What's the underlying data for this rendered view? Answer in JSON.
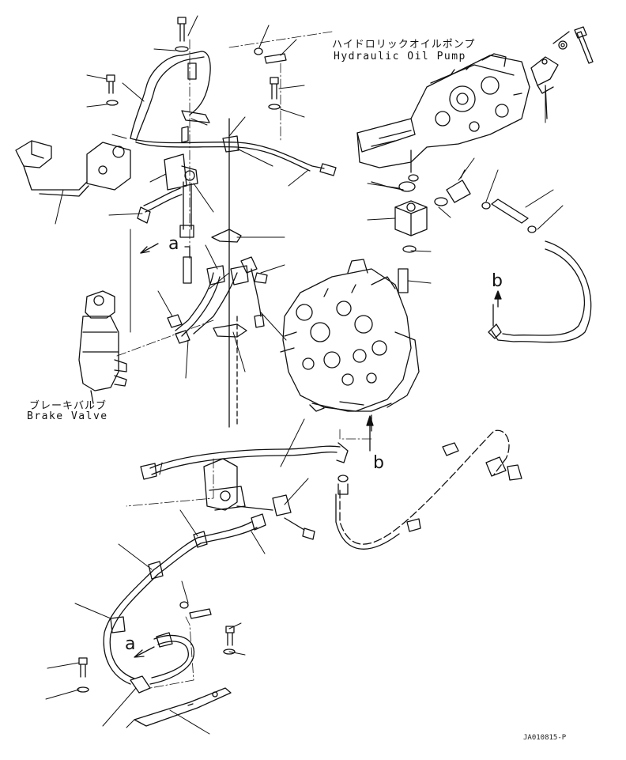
{
  "labels": {
    "pump_jp": "ハイドロリックオイルポンプ",
    "pump_en": "Hydraulic Oil Pump",
    "brake_jp": "ブレーキバルブ",
    "brake_en": "Brake Valve",
    "view_a": "a",
    "view_b": "b",
    "drawing_code": "JA010815-P"
  }
}
